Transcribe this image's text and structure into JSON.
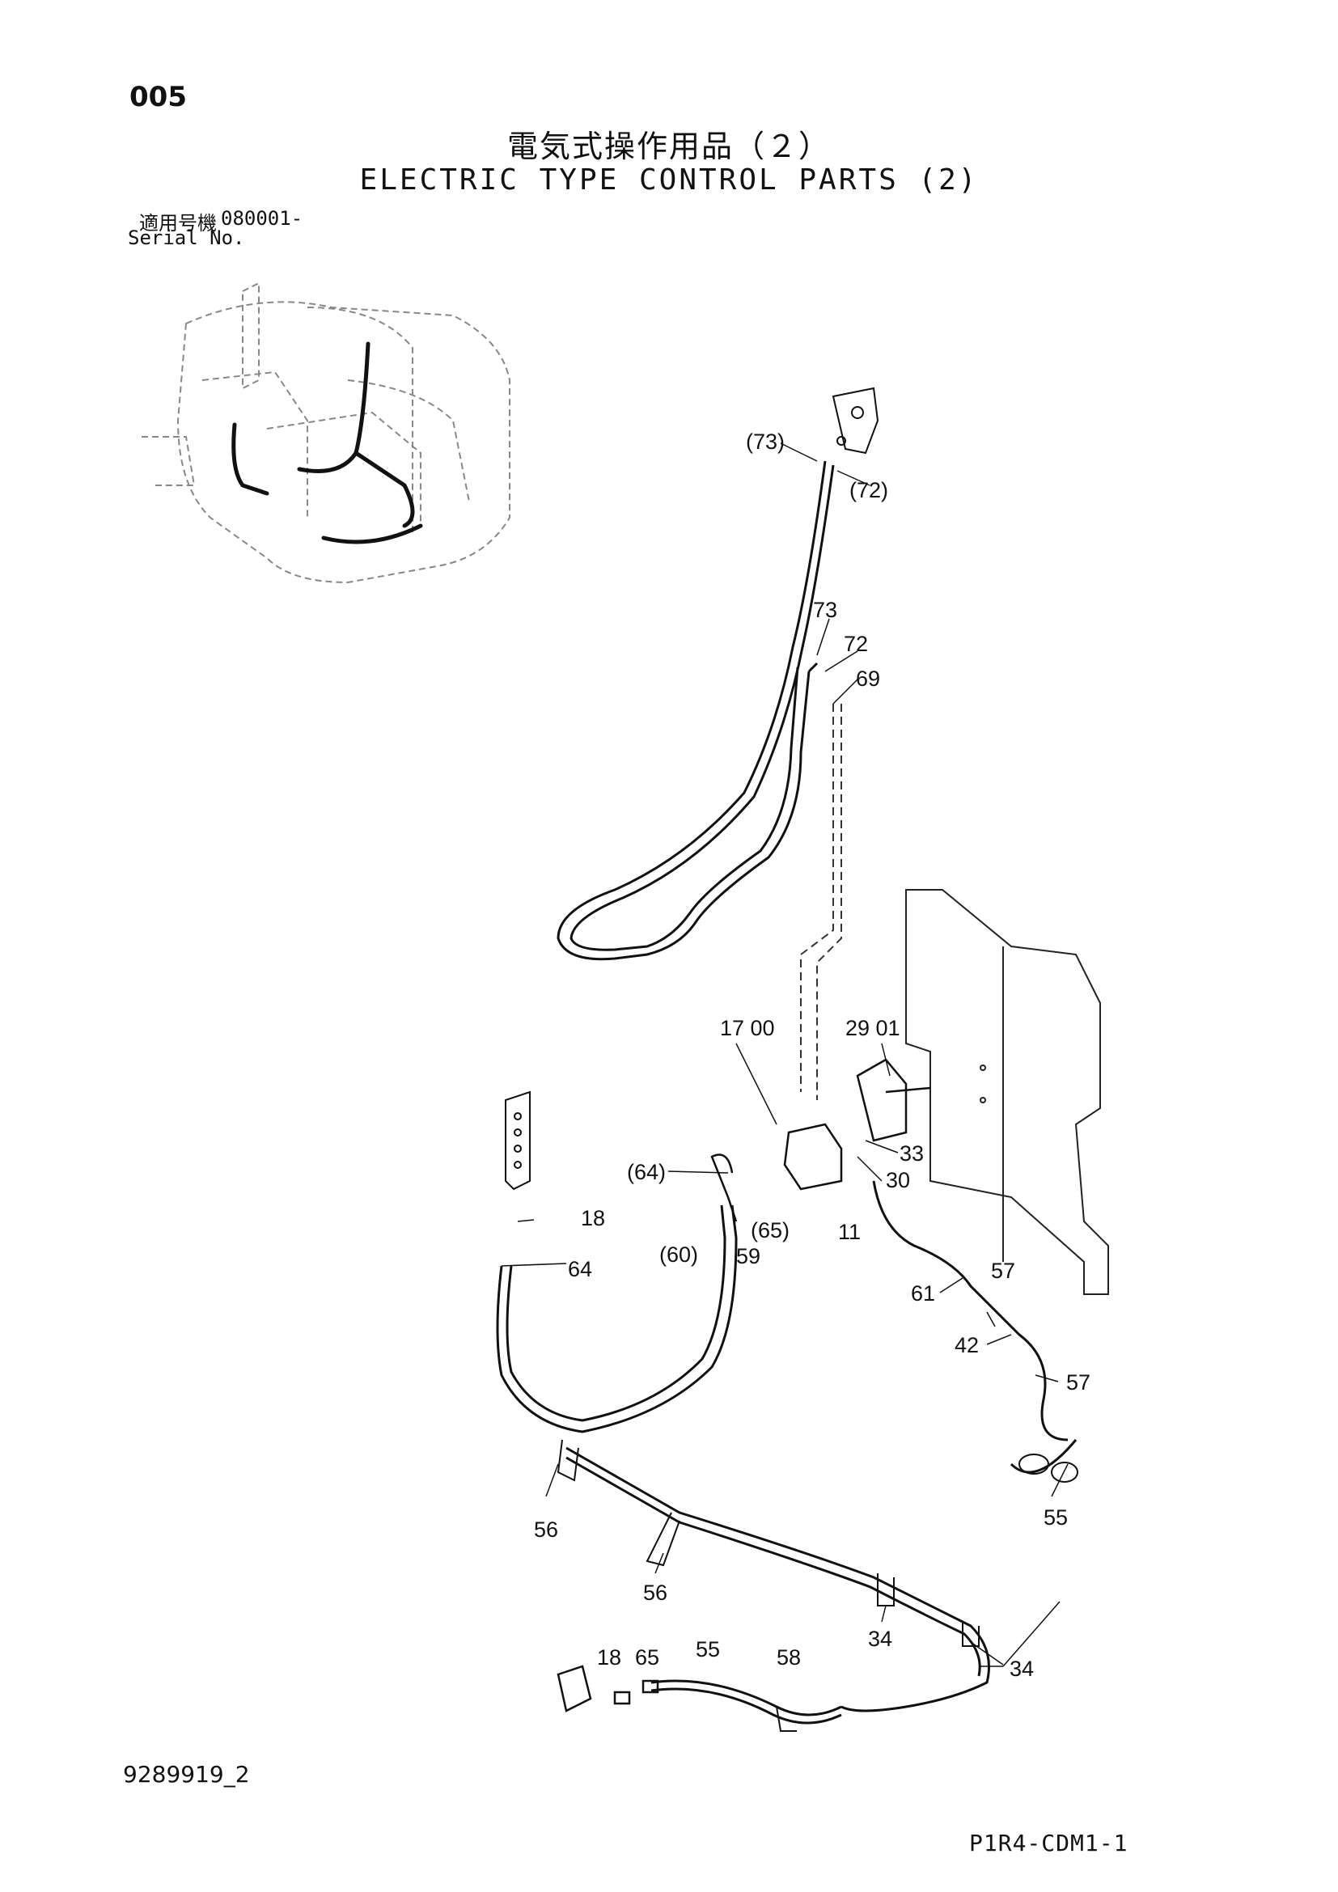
{
  "header": {
    "page_number": "005",
    "title_jp": "電気式操作用品（２）",
    "title_en": "ELECTRIC TYPE CONTROL PARTS (2)",
    "serial_label_jp": "適用号機",
    "serial_value": "080001-",
    "serial_label_en": "Serial No."
  },
  "footer": {
    "doc_number": "9289919_2",
    "code": "P1R4-CDM1-1"
  },
  "callouts": {
    "c73p": "(73)",
    "c72p": "(72)",
    "c73": "73",
    "c72": "72",
    "c69": "69",
    "c1700": "17 00",
    "c2901": "29 01",
    "c33": "33",
    "c30": "30",
    "c64p": "(64)",
    "c65p": "(65)",
    "c60p": "(60)",
    "c59": "59",
    "c11": "11",
    "c18a": "18",
    "c64": "64",
    "c61": "61",
    "c57a": "57",
    "c42": "42",
    "c57b": "57",
    "c56a": "56",
    "c56b": "56",
    "c55a": "55",
    "c34a": "34",
    "c34b": "34",
    "c18b": "18",
    "c65": "65",
    "c55b": "55",
    "c58": "58"
  }
}
